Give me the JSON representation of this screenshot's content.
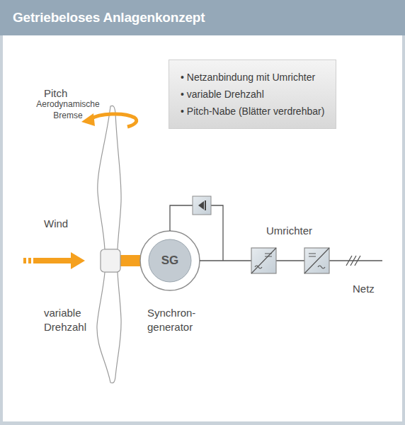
{
  "diagram": {
    "title": "Getriebeloses Anlagenkonzept",
    "nodes": [
      {
        "text": [
          "• Netzanbindung mit Umrichter",
          "• variable Drehzahl",
          "• Pitch-Nabe (Blätter verdrehbar)"
        ]
      },
      {
        "text": [
          "SG"
        ]
      }
    ],
    "labels": [
      "Pitch",
      "Aerodynamische Bremse",
      "Wind",
      "variable Drehzahl",
      "Synchron- generator",
      "Umrichter",
      "Netz"
    ]
  }
}
